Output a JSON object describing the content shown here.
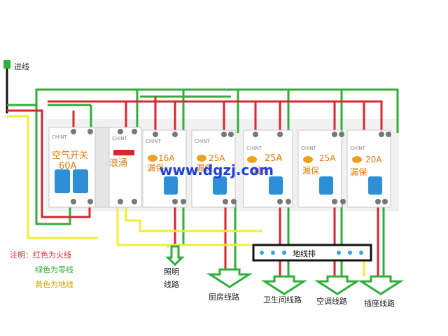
{
  "incoming_label": "进线",
  "breakers": [
    {
      "id": "main",
      "line1": "空气开关",
      "line2": "60A"
    },
    {
      "id": "surge",
      "line1": "浪涌",
      "line2": ""
    },
    {
      "id": "rcd1",
      "line1": "16A",
      "line2": "漏保"
    },
    {
      "id": "rcd2",
      "line1": "25A",
      "line2": "漏保"
    },
    {
      "id": "rcd3",
      "line1": "25A",
      "line2": "漏保"
    },
    {
      "id": "rcd4",
      "line1": "25A",
      "line2": "漏保"
    },
    {
      "id": "rcd5",
      "line1": "20A",
      "line2": "漏保"
    }
  ],
  "brand_text": "CHINT",
  "watermark": "www.dgzj.com",
  "ground_bar_label": "地线排",
  "notes": {
    "title": "注明：红色为火线",
    "line2": "绿色为零线",
    "line3": "黄色为地线"
  },
  "circuits": {
    "lighting_1": "照明",
    "lighting_2": "线路",
    "kitchen": "厨房线路",
    "bathroom": "卫生间线路",
    "aircon": "空调线路",
    "socket": "插座线路"
  },
  "colors": {
    "live": "#d8262e",
    "neutral": "#2fae3a",
    "ground": "#f2ec3a",
    "breaker_label": "#e07a10",
    "watermark": "#1f3fd8",
    "handle": "#2f8fd6"
  }
}
